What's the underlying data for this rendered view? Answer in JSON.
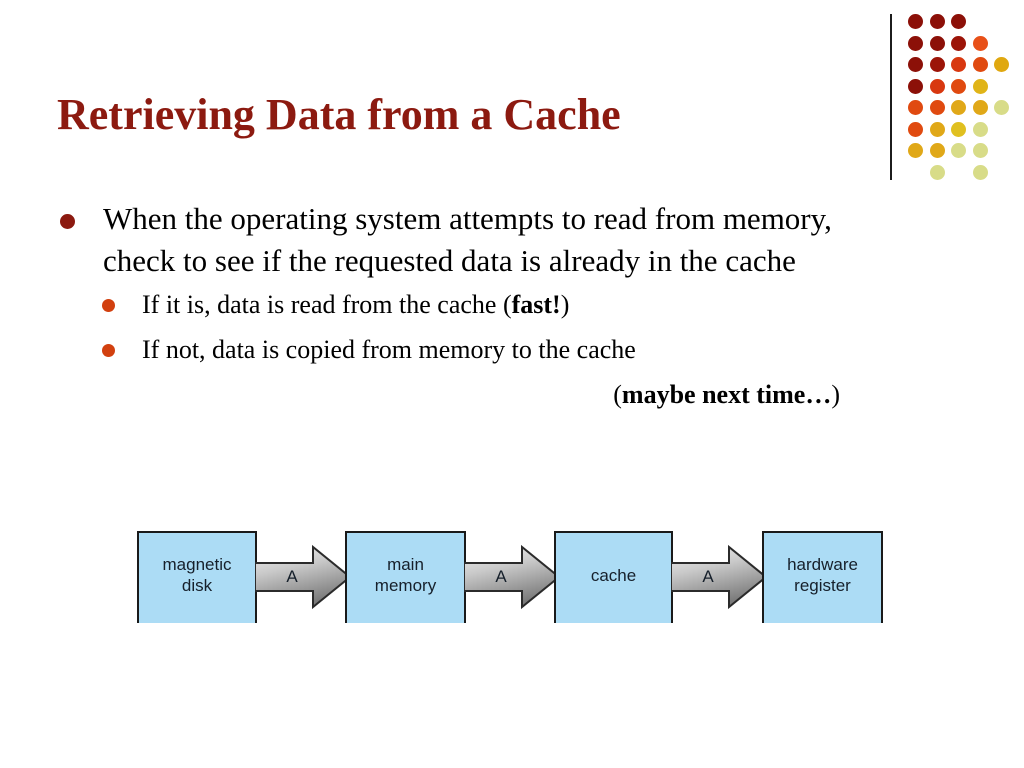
{
  "slide": {
    "title": "Retrieving Data from a Cache",
    "title_color": "#8C1A10",
    "background_color": "#FFFFFF"
  },
  "bullets": {
    "level1": [
      {
        "text": "When the operating system attempts to read from memory, check to see if the requested data is already in the cache",
        "marker_color": "#8C1A10"
      }
    ],
    "level2": [
      {
        "text_before": "If it is, data is read from the cache (",
        "text_bold": "fast!",
        "text_after": ")",
        "marker_color": "#D2400F"
      },
      {
        "text_before": "If not, data is copied from memory to the cache",
        "text_bold": "",
        "text_after": "",
        "marker_color": "#D2400F"
      }
    ],
    "trailing_line": {
      "text_before": "(",
      "text_bold": "maybe next time…",
      "text_after": ")"
    }
  },
  "diagram": {
    "type": "flow",
    "box_fill": "#ACDCF5",
    "box_border": "#1A1A1A",
    "boxes": [
      {
        "label": "magnetic\ndisk",
        "line1": "magnetic",
        "line2": "disk"
      },
      {
        "label": "main\nmemory",
        "line1": "main",
        "line2": "memory"
      },
      {
        "label": "cache",
        "line1": "cache",
        "line2": ""
      },
      {
        "label": "hardware\nregister",
        "line1": "hardware",
        "line2": "register"
      }
    ],
    "arrows": [
      {
        "label": "A"
      },
      {
        "label": "A"
      },
      {
        "label": "A"
      }
    ]
  },
  "logo": {
    "name": "dot-grid-logo",
    "rule_color": "#1C1C1C",
    "palette": {
      "dark_red": "#8C1008",
      "red": "#B02208",
      "orange_red": "#E04A10",
      "orange": "#E87818",
      "gold": "#E0A818",
      "yellow": "#E8C020",
      "pale_yellow": "#D8DC88",
      "pale_green": "#D0D890"
    },
    "dots": [
      {
        "col": 0,
        "row": 0,
        "color": "#8C1008"
      },
      {
        "col": 1,
        "row": 0,
        "color": "#8C1008"
      },
      {
        "col": 2,
        "row": 0,
        "color": "#8C1008"
      },
      {
        "col": 0,
        "row": 1,
        "color": "#8C1008"
      },
      {
        "col": 1,
        "row": 1,
        "color": "#8C1008"
      },
      {
        "col": 2,
        "row": 1,
        "color": "#9C1408"
      },
      {
        "col": 3,
        "row": 1,
        "color": "#E85018"
      },
      {
        "col": 0,
        "row": 2,
        "color": "#8C1008"
      },
      {
        "col": 1,
        "row": 2,
        "color": "#9C1408"
      },
      {
        "col": 2,
        "row": 2,
        "color": "#D83810"
      },
      {
        "col": 3,
        "row": 2,
        "color": "#E04A10"
      },
      {
        "col": 4,
        "row": 2,
        "color": "#E0A810"
      },
      {
        "col": 0,
        "row": 3,
        "color": "#8C1008"
      },
      {
        "col": 1,
        "row": 3,
        "color": "#D83810"
      },
      {
        "col": 2,
        "row": 3,
        "color": "#E04A10"
      },
      {
        "col": 3,
        "row": 3,
        "color": "#E0B418"
      },
      {
        "col": 0,
        "row": 4,
        "color": "#E04A10"
      },
      {
        "col": 1,
        "row": 4,
        "color": "#E04A10"
      },
      {
        "col": 2,
        "row": 4,
        "color": "#E0A818"
      },
      {
        "col": 3,
        "row": 4,
        "color": "#E0A818"
      },
      {
        "col": 4,
        "row": 4,
        "color": "#D8DC88"
      },
      {
        "col": 0,
        "row": 5,
        "color": "#E04A10"
      },
      {
        "col": 1,
        "row": 5,
        "color": "#E0A818"
      },
      {
        "col": 2,
        "row": 5,
        "color": "#E0C020"
      },
      {
        "col": 3,
        "row": 5,
        "color": "#D8DC88"
      },
      {
        "col": 0,
        "row": 6,
        "color": "#E0A818"
      },
      {
        "col": 1,
        "row": 6,
        "color": "#E0A818"
      },
      {
        "col": 2,
        "row": 6,
        "color": "#D8DC88"
      },
      {
        "col": 3,
        "row": 6,
        "color": "#D8DC88"
      },
      {
        "col": 1,
        "row": 7,
        "color": "#D8DC88"
      },
      {
        "col": 3,
        "row": 7,
        "color": "#D8DC88"
      }
    ]
  }
}
